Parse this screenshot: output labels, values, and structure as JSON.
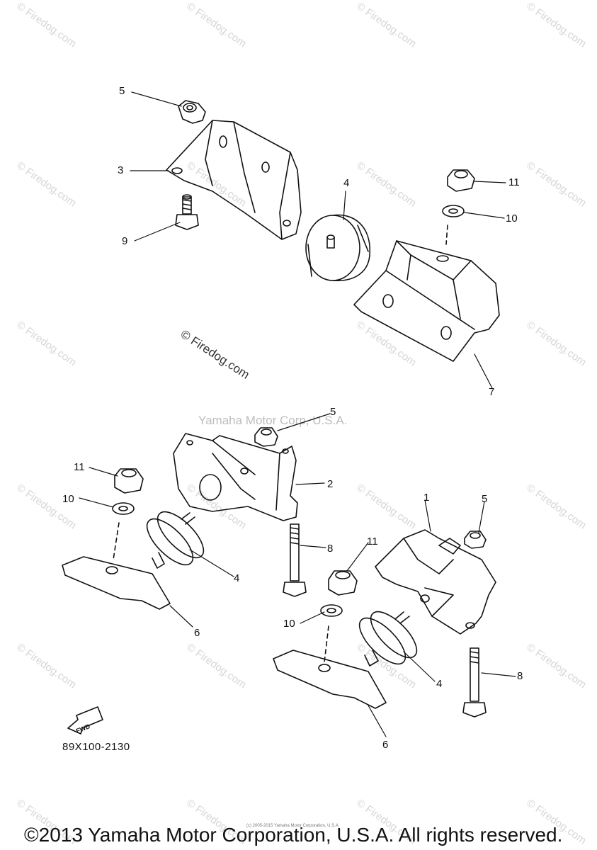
{
  "watermark_text": "© Firedog.com",
  "diagram_watermark": "© Firedog.com",
  "center_watermark": "Yamaha Motor Corp, U.S.A.",
  "part_code": "89X100-2130",
  "fwd_label": "FWD",
  "small_notice": "(c) 2005-2015 Yamaha Motor Corporation, U.S.A.",
  "copyright": "©2013 Yamaha Motor Corporation, U.S.A. All rights reserved.",
  "callouts": {
    "c5_top": "5",
    "c3": "3",
    "c9": "9",
    "c4_top": "4",
    "c11_top": "11",
    "c10_top": "10",
    "c7": "7",
    "c5_mid": "5",
    "c2": "2",
    "c11_left": "11",
    "c10_left": "10",
    "c4_left": "4",
    "c8_mid": "8",
    "c6_left": "6",
    "c1": "1",
    "c5_right": "5",
    "c11_mid": "11",
    "c10_mid": "10",
    "c4_right": "4",
    "c8_right": "8",
    "c6_bottom": "6"
  }
}
